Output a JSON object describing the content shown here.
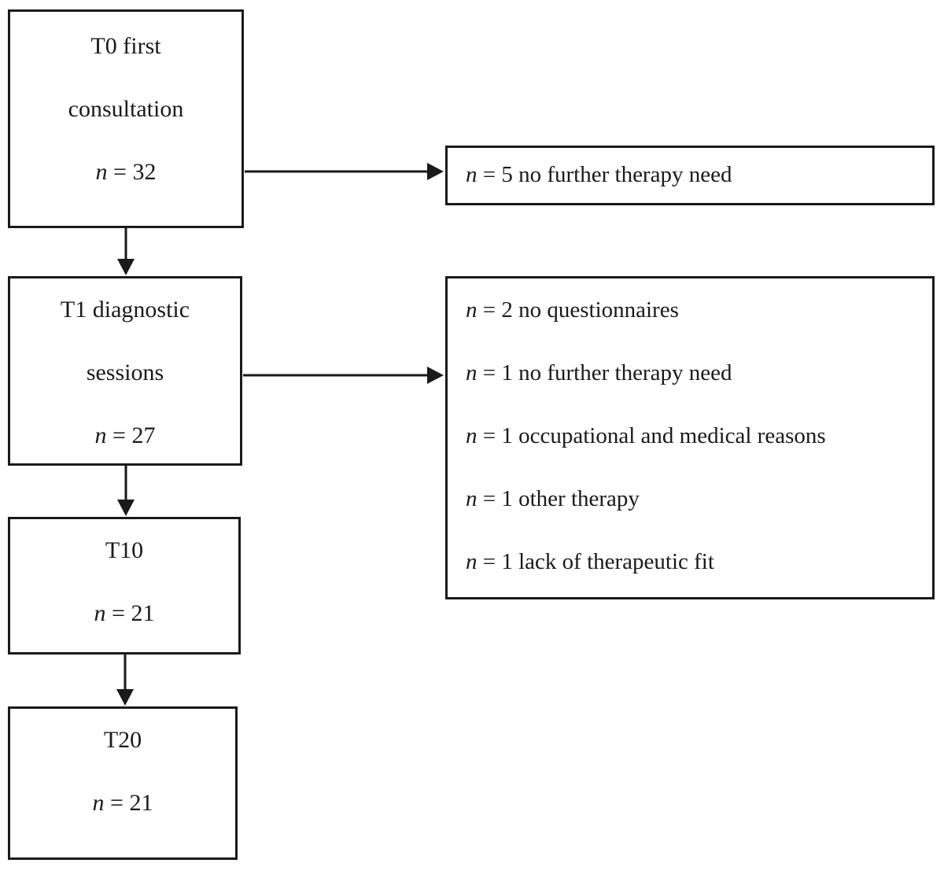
{
  "colors": {
    "ink": "#1a1a1a",
    "background": "#ffffff"
  },
  "flow": {
    "t0": {
      "lines": [
        "T0 first",
        "consultation"
      ],
      "n": {
        "var": "n",
        "rest": " = 32"
      }
    },
    "t1": {
      "lines": [
        "T1 diagnostic",
        "sessions"
      ],
      "n": {
        "var": "n",
        "rest": " = 27"
      }
    },
    "t10": {
      "lines": [
        "T10"
      ],
      "n": {
        "var": "n",
        "rest": " = 21"
      }
    },
    "t20": {
      "lines": [
        "T20"
      ],
      "n": {
        "var": "n",
        "rest": " = 21"
      }
    }
  },
  "dropouts": {
    "after_t0": {
      "items": [
        {
          "var": "n",
          "rest": " = 5 no further therapy need"
        }
      ]
    },
    "after_t1": {
      "items": [
        {
          "var": "n",
          "rest": " = 2 no questionnaires"
        },
        {
          "var": "n",
          "rest": " = 1 no further therapy need"
        },
        {
          "var": "n",
          "rest": " = 1 occupational and medical reasons"
        },
        {
          "var": "n",
          "rest": " = 1 other therapy"
        },
        {
          "var": "n",
          "rest": " = 1 lack of therapeutic fit"
        }
      ]
    }
  }
}
